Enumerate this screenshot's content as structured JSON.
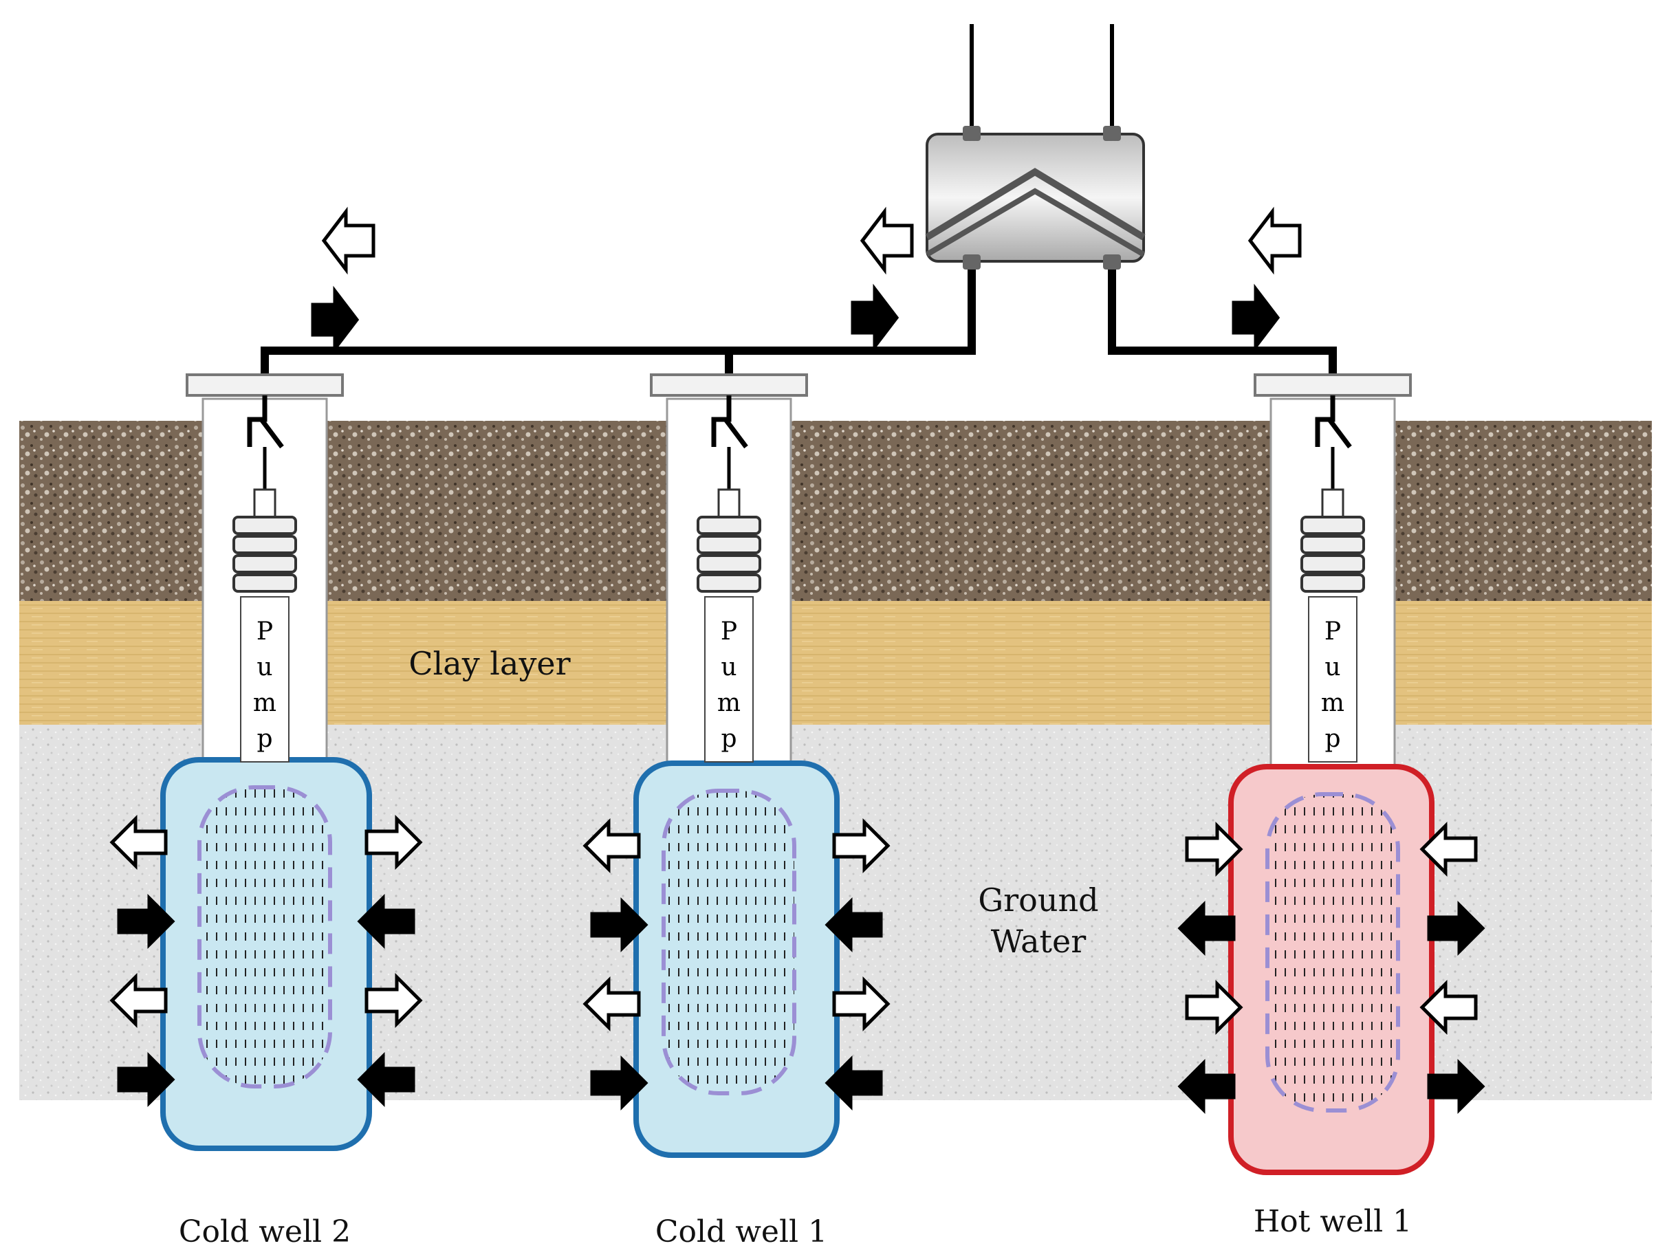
{
  "diagram": {
    "wells": [
      {
        "label": "Cold well 2",
        "kind": "cold",
        "pump_label": "Pump"
      },
      {
        "label": "Cold well 1",
        "kind": "cold",
        "pump_label": "Pump"
      },
      {
        "label": "Hot well 1",
        "kind": "hot",
        "pump_label": "Pump"
      }
    ],
    "layers": {
      "clay": "Clay layer",
      "groundwater_line1": "Ground",
      "groundwater_line2": "Water"
    },
    "colors": {
      "cold_fill": "#c9e7f1",
      "cold_border": "#1f6fae",
      "hot_fill": "#f6c9cb",
      "hot_border": "#d01f26",
      "topsoil": "#7d6b5a",
      "clay": "#e2c27f",
      "aquifer": "#dedede",
      "screen_dash": "#9b8fd4"
    },
    "icons": [
      "heat-exchanger-icon",
      "flow-arrow-in-icon",
      "flow-arrow-out-icon",
      "pump-icon"
    ]
  }
}
